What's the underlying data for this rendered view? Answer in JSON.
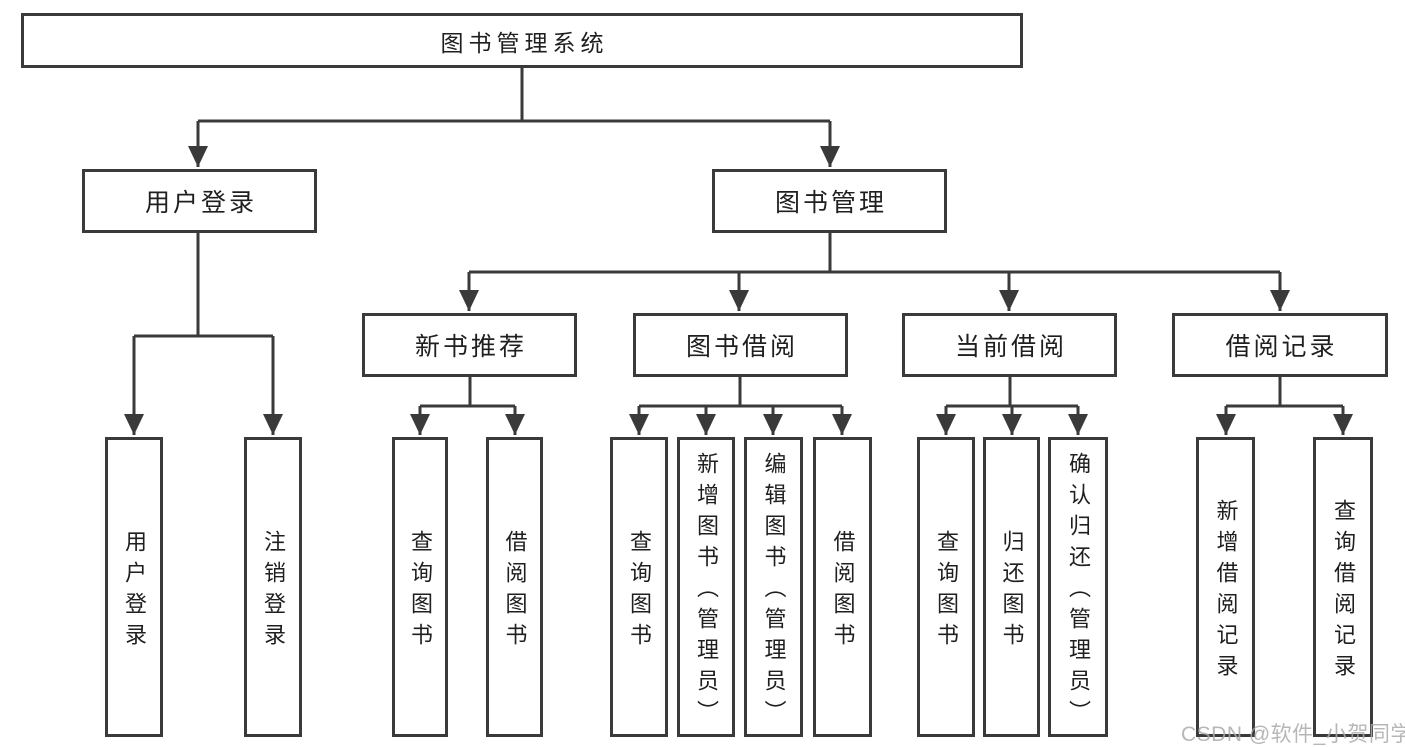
{
  "diagram": {
    "root": "图书管理系统",
    "branches": [
      {
        "label": "用户登录",
        "children": [
          {
            "label": "用户登录"
          },
          {
            "label": "注销登录"
          }
        ]
      },
      {
        "label": "图书管理",
        "children": [
          {
            "label": "新书推荐",
            "children": [
              {
                "label": "查询图书"
              },
              {
                "label": "借阅图书"
              }
            ]
          },
          {
            "label": "图书借阅",
            "children": [
              {
                "label": "查询图书"
              },
              {
                "label": "新增图书（管理员）"
              },
              {
                "label": "编辑图书（管理员）"
              },
              {
                "label": "借阅图书"
              }
            ]
          },
          {
            "label": "当前借阅",
            "children": [
              {
                "label": "查询图书"
              },
              {
                "label": "归还图书"
              },
              {
                "label": "确认归还（管理员）"
              }
            ]
          },
          {
            "label": "借阅记录",
            "children": [
              {
                "label": "新增借阅记录"
              },
              {
                "label": "查询借阅记录"
              }
            ]
          }
        ]
      }
    ]
  },
  "watermark": "CSDN @软件_小贺同学",
  "colors": {
    "line": "#3a3a3a",
    "box_border": "#3a3a3a",
    "text": "#1f1f1f",
    "watermark": "#aaaaaa",
    "background": "#ffffff"
  }
}
